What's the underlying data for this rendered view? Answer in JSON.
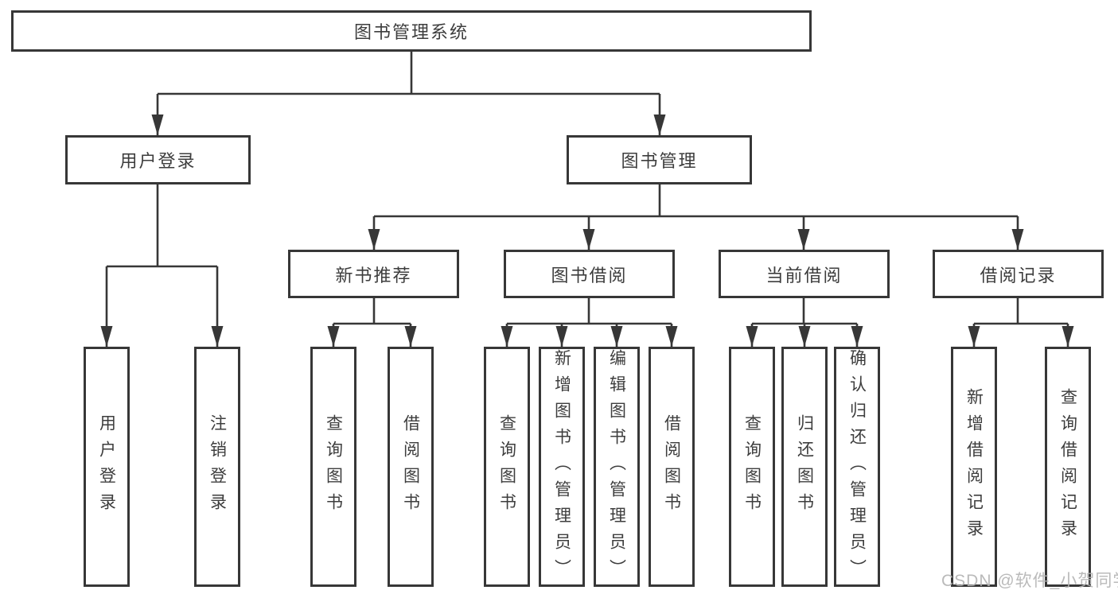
{
  "root": {
    "label": "图书管理系统"
  },
  "level2": {
    "user": {
      "label": "用户登录"
    },
    "manage": {
      "label": "图书管理"
    }
  },
  "level3": {
    "newrec": {
      "label": "新书推荐"
    },
    "borrow": {
      "label": "图书借阅"
    },
    "current": {
      "label": "当前借阅"
    },
    "records": {
      "label": "借阅记录"
    }
  },
  "leaves": {
    "user": [
      "用户登录",
      "注销登录"
    ],
    "newrec": [
      "查询图书",
      "借阅图书"
    ],
    "borrow": [
      "查询图书",
      "新增图书（管理员）",
      "编辑图书（管理员）",
      "借阅图书"
    ],
    "current": [
      "查询图书",
      "归还图书",
      "确认归还（管理员）"
    ],
    "records": [
      "新增借阅记录",
      "查询借阅记录"
    ]
  },
  "watermark": {
    "text": "CSDN @软件_小贺同学"
  },
  "colors": {
    "line": "#373737",
    "text": "#3d3d3d",
    "watermark": "#b3b3b3",
    "background": "#ffffff"
  }
}
